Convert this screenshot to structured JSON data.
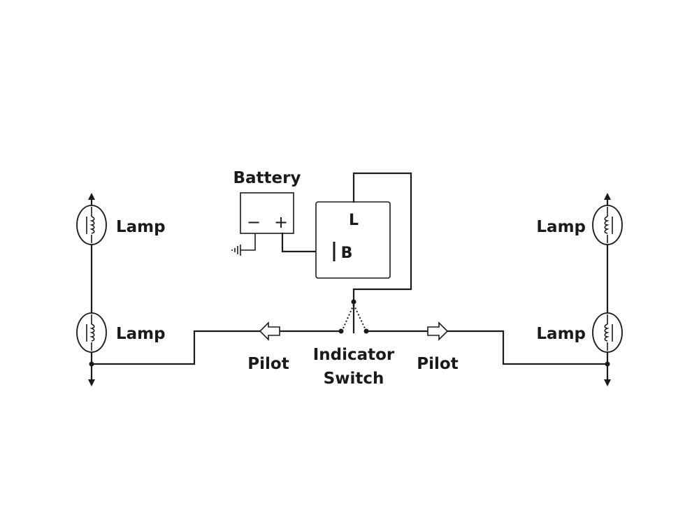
{
  "labels": {
    "battery": "Battery",
    "battery_minus": "−",
    "battery_plus": "+",
    "flasher_l": "L",
    "flasher_b": "B",
    "lamp_left_top": "Lamp",
    "lamp_left_bottom": "Lamp",
    "lamp_right_top": "Lamp",
    "lamp_right_bottom": "Lamp",
    "pilot_left": "Pilot",
    "pilot_right": "Pilot",
    "switch_line1": "Indicator",
    "switch_line2": "Switch"
  },
  "icons": {
    "lamp": "lamp-icon",
    "ground": "ground-icon",
    "battery": "battery-icon",
    "flasher": "flasher-unit-icon",
    "pilot": "pilot-arrow-icon",
    "switch": "switch-icon"
  }
}
